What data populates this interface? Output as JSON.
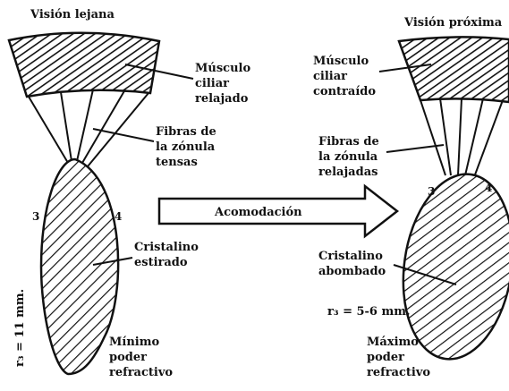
{
  "left": {
    "title": "Visión lejana",
    "muscle_label": [
      "Músculo",
      "ciliar",
      "relajado"
    ],
    "fibers_label": [
      "Fibras de",
      "la zónula",
      "tensas"
    ],
    "lens_label": [
      "Cristalino",
      "estirado"
    ],
    "power_label": [
      "Mínimo",
      "poder",
      "refractivo"
    ],
    "radius_label": "r₃ = 11 mm.",
    "point_a": "3",
    "point_b": "4"
  },
  "right": {
    "title": "Visión próxima",
    "muscle_label": [
      "Músculo",
      "ciliar",
      "contraído"
    ],
    "fibers_label": [
      "Fibras de",
      "la zónula",
      "relajadas"
    ],
    "lens_label": [
      "Cristalino",
      "abombado"
    ],
    "power_label": [
      "Máximo",
      "poder",
      "refractivo"
    ],
    "radius_label": "r₃ = 5-6 mm.",
    "point_a": "3",
    "point_b": "4"
  },
  "arrow_label": "Acomodación"
}
